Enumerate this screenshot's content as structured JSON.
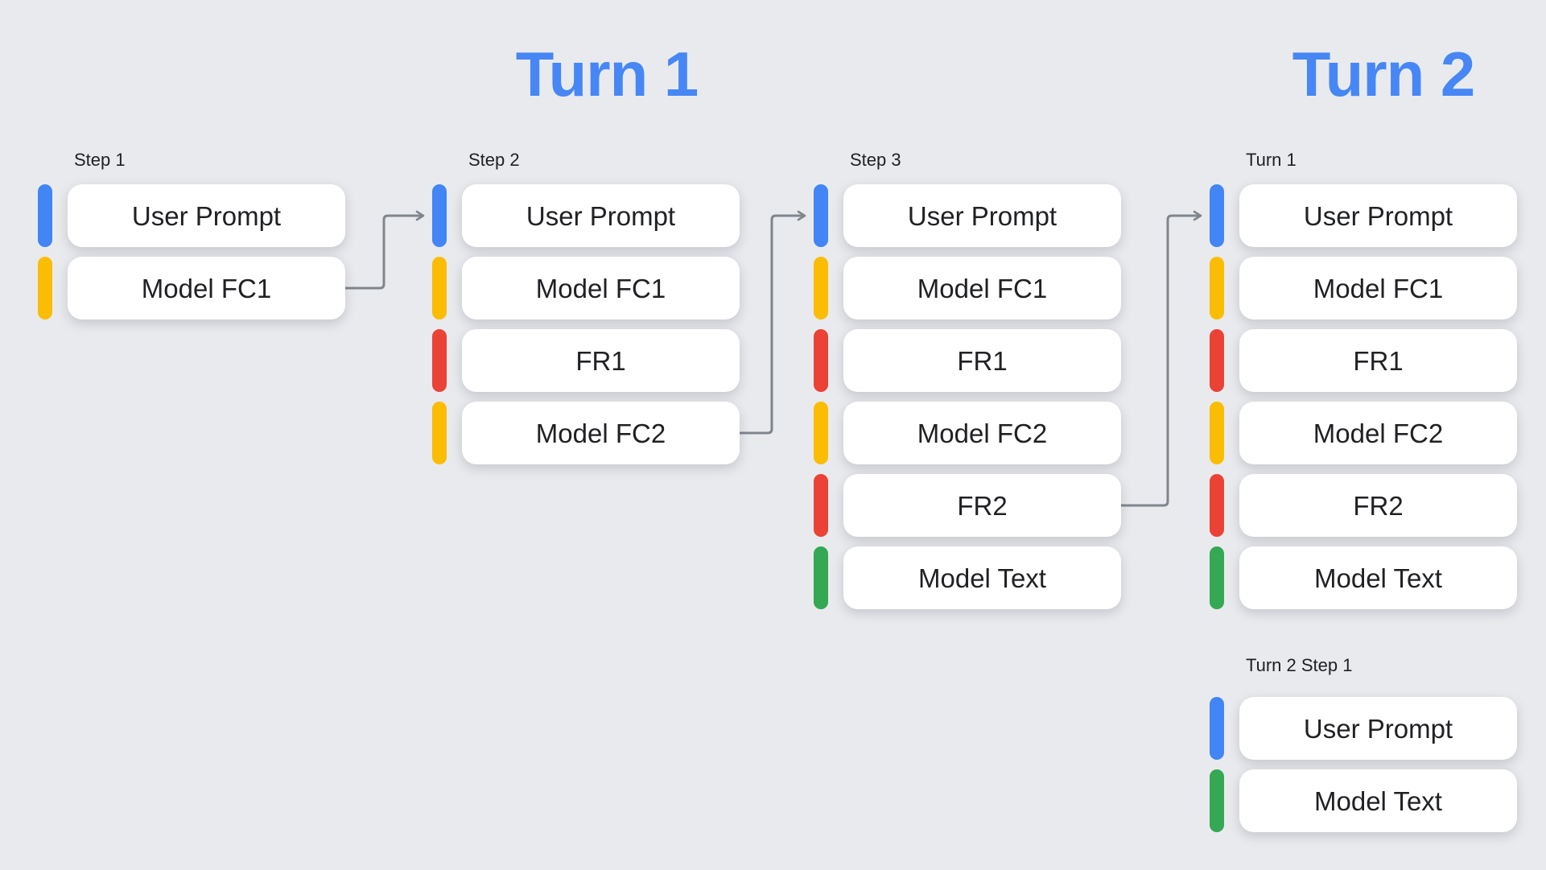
{
  "background": "#e9eaee",
  "palette": {
    "blue": "#4285F4",
    "yellow": "#FBBC04",
    "red": "#EA4335",
    "green": "#34A853",
    "arrow_gray": "#7f868c",
    "box_bg": "#ffffff",
    "box_text": "#202124",
    "label_text": "#202124",
    "title_blue": "#4687F5"
  },
  "titles": {
    "turn1": "Turn 1",
    "turn2": "Turn 2"
  },
  "groups": [
    {
      "label": "Step 1",
      "items": [
        {
          "text": "User Prompt",
          "color": "#4285F4"
        },
        {
          "text": "Model FC1",
          "color": "#FBBC04"
        }
      ]
    },
    {
      "label": "Step 2",
      "items": [
        {
          "text": "User Prompt",
          "color": "#4285F4"
        },
        {
          "text": "Model FC1",
          "color": "#FBBC04"
        },
        {
          "text": "FR1",
          "color": "#EA4335"
        },
        {
          "text": "Model FC2",
          "color": "#FBBC04"
        }
      ]
    },
    {
      "label": "Step 3",
      "items": [
        {
          "text": "User Prompt",
          "color": "#4285F4"
        },
        {
          "text": "Model FC1",
          "color": "#FBBC04"
        },
        {
          "text": "FR1",
          "color": "#EA4335"
        },
        {
          "text": "Model FC2",
          "color": "#FBBC04"
        },
        {
          "text": "FR2",
          "color": "#EA4335"
        },
        {
          "text": "Model Text",
          "color": "#34A853"
        }
      ]
    },
    {
      "label": "Turn 1",
      "items": [
        {
          "text": "User Prompt",
          "color": "#4285F4"
        },
        {
          "text": "Model FC1",
          "color": "#FBBC04"
        },
        {
          "text": "FR1",
          "color": "#EA4335"
        },
        {
          "text": "Model FC2",
          "color": "#FBBC04"
        },
        {
          "text": "FR2",
          "color": "#EA4335"
        },
        {
          "text": "Model Text",
          "color": "#34A853"
        }
      ]
    },
    {
      "label": "Turn 2 Step 1",
      "items": [
        {
          "text": "User Prompt",
          "color": "#4285F4"
        },
        {
          "text": "Model Text",
          "color": "#34A853"
        }
      ]
    }
  ],
  "connections": [
    {
      "from": "Step 1 / Model FC1",
      "to": "Step 2 / User Prompt"
    },
    {
      "from": "Step 2 / Model FC2",
      "to": "Step 3 / User Prompt"
    },
    {
      "from": "Step 3 / FR2",
      "to": "Turn 1 / User Prompt"
    }
  ]
}
